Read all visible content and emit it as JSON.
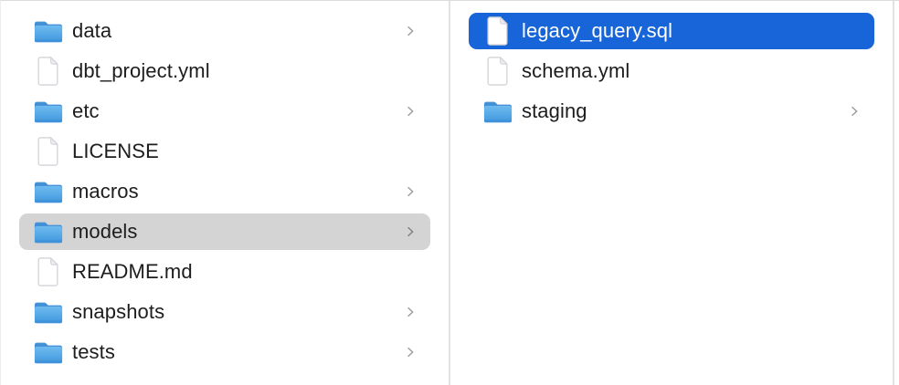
{
  "app": {
    "name": "finder-column-view",
    "view": "columns"
  },
  "colors": {
    "selection_blue": "#1765d8",
    "selection_gray": "#d4d4d4",
    "divider": "#e3e3e3",
    "text": "#1d1d1f",
    "selected_text": "#ffffff",
    "chevron": "#98989d",
    "folder_blue_light": "#6fbbf0",
    "folder_blue_dark": "#3f97de",
    "folder_tab": "#3c86cf"
  },
  "icons": {
    "folder": "folder-icon",
    "file": "file-icon",
    "chevron": "chevron-right-icon"
  },
  "columns": [
    {
      "name": "left",
      "items": [
        {
          "label": "data",
          "type": "folder",
          "icon": "folder-icon",
          "chevron": true,
          "selected": false
        },
        {
          "label": "dbt_project.yml",
          "type": "file",
          "icon": "file-icon",
          "chevron": false,
          "selected": false
        },
        {
          "label": "etc",
          "type": "folder",
          "icon": "folder-icon",
          "chevron": true,
          "selected": false
        },
        {
          "label": "LICENSE",
          "type": "file",
          "icon": "file-icon",
          "chevron": false,
          "selected": false
        },
        {
          "label": "macros",
          "type": "folder",
          "icon": "folder-icon",
          "chevron": true,
          "selected": false
        },
        {
          "label": "models",
          "type": "folder",
          "icon": "folder-icon",
          "chevron": true,
          "selected": true,
          "selection_style": "gray"
        },
        {
          "label": "README.md",
          "type": "file",
          "icon": "file-icon",
          "chevron": false,
          "selected": false
        },
        {
          "label": "snapshots",
          "type": "folder",
          "icon": "folder-icon",
          "chevron": true,
          "selected": false
        },
        {
          "label": "tests",
          "type": "folder",
          "icon": "folder-icon",
          "chevron": true,
          "selected": false
        }
      ]
    },
    {
      "name": "right",
      "items": [
        {
          "label": "legacy_query.sql",
          "type": "file",
          "icon": "file-icon",
          "chevron": false,
          "selected": true,
          "selection_style": "blue"
        },
        {
          "label": "schema.yml",
          "type": "file",
          "icon": "file-icon",
          "chevron": false,
          "selected": false
        },
        {
          "label": "staging",
          "type": "folder",
          "icon": "folder-icon",
          "chevron": true,
          "selected": false
        }
      ]
    }
  ]
}
